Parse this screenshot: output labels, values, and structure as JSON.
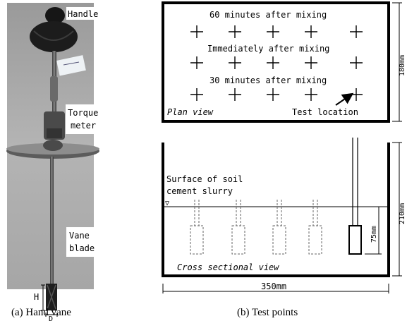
{
  "photo_labels": {
    "handle": "Handle",
    "torque_line1": "Torque",
    "torque_line2": "meter",
    "vane_line1": "Vane",
    "vane_line2": "blade",
    "h": "H",
    "d": "D"
  },
  "plan_view": {
    "row_labels": [
      "60 minutes after mixing",
      "Immediately after mixing",
      "30 minutes after mixing"
    ],
    "view_label": "Plan view",
    "test_location": "Test location",
    "height_dim": "180mm"
  },
  "section_view": {
    "surface_line1": "Surface of soil",
    "surface_line2": "cement slurry",
    "surface_symbol": "▽",
    "view_label": "Cross sectional view",
    "depth_dim": "75mm",
    "height_dim": "210mm",
    "width_dim": "350mm"
  },
  "captions": {
    "a": "(a) Hand vane",
    "b": "(b) Test points"
  }
}
